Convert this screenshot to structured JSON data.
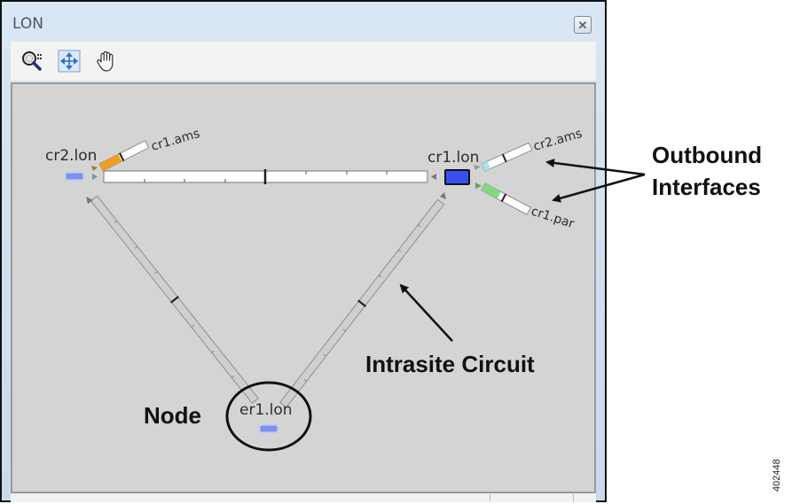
{
  "window": {
    "title": "LON",
    "close_icon": "close-x-icon"
  },
  "toolbar": {
    "tools": [
      {
        "name": "zoom-tool",
        "icon": "magnifier-icon"
      },
      {
        "name": "fit-to-view-tool",
        "icon": "fit-arrows-icon"
      },
      {
        "name": "pan-tool",
        "icon": "hand-icon"
      }
    ]
  },
  "diagram": {
    "nodes": [
      {
        "id": "cr2.lon",
        "label": "cr2.lon",
        "color": "#7a8ff0",
        "selected": false
      },
      {
        "id": "cr1.lon",
        "label": "cr1.lon",
        "color": "#3a4ff0",
        "selected": true
      },
      {
        "id": "er1.lon",
        "label": "er1.lon",
        "color": "#7a8ff0",
        "selected": false
      }
    ],
    "circuits": [
      {
        "from": "cr2.lon",
        "to": "cr1.lon",
        "type": "intrasite"
      },
      {
        "from": "cr2.lon",
        "to": "er1.lon",
        "type": "intrasite"
      },
      {
        "from": "cr1.lon",
        "to": "er1.lon",
        "type": "intrasite"
      }
    ],
    "outbound_interfaces": [
      {
        "node": "cr2.lon",
        "label": "cr1.ams",
        "fill_color": "#f0a020"
      },
      {
        "node": "cr1.lon",
        "label": "cr2.ams",
        "fill_color": "#a8e4f0"
      },
      {
        "node": "cr1.lon",
        "label": "cr1.par",
        "fill_color": "#7edc7e"
      }
    ]
  },
  "annotations": {
    "outbound_line1": "Outbound",
    "outbound_line2": "Interfaces",
    "intrasite": "Intrasite Circuit",
    "node": "Node"
  },
  "figure_id": "402448"
}
